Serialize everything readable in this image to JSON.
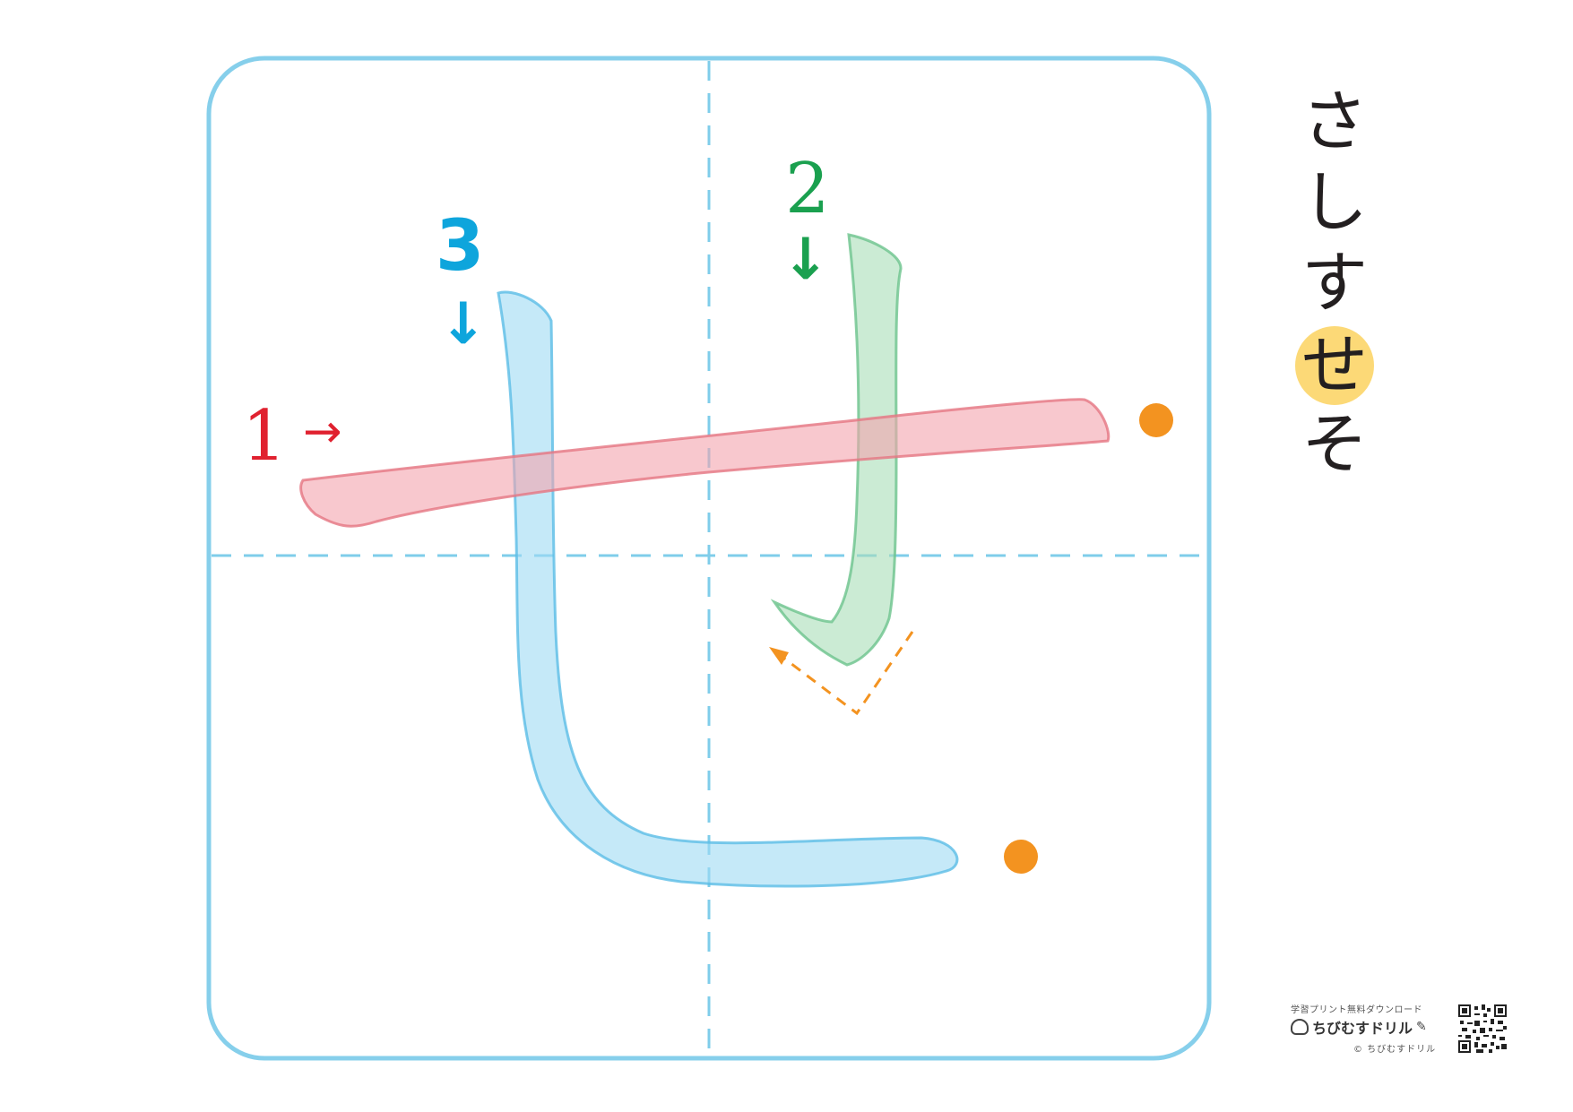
{
  "character": {
    "target": "せ",
    "row_kana": [
      "さ",
      "し",
      "す",
      "せ",
      "そ"
    ],
    "current_index": 3
  },
  "strokes": [
    {
      "order": "1",
      "arrow": "→",
      "color": "#e0212f",
      "fill": "#f4a3ad"
    },
    {
      "order": "2",
      "arrow": "↓",
      "color": "#1aa04f",
      "fill": "#a8ddb8"
    },
    {
      "order": "3",
      "arrow": "↓",
      "color": "#0ea5dc",
      "fill": "#9fdaf4"
    }
  ],
  "colors": {
    "frame": "#86cfeb",
    "guide": "#7fcdea",
    "endpoint": "#f39320",
    "highlight": "#fcd977"
  },
  "footer": {
    "caption": "学習プリント無料ダウンロード",
    "brand": "ちびむすドリル",
    "copyright": "© ちびむすドリル"
  },
  "icons": {
    "endpoint": "dot-icon",
    "hook_hint": "dashed-arrow-icon",
    "brand_mascot": "rice-ball-icon",
    "brand_pencil": "pencil-icon",
    "qr": "qr-code-icon"
  }
}
